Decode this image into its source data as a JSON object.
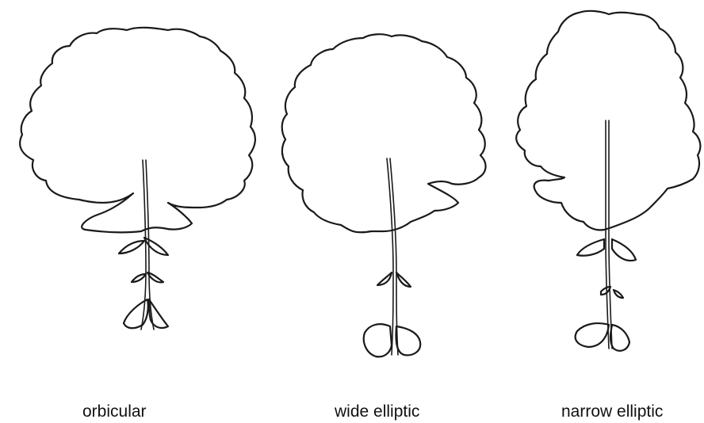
{
  "captions": {
    "orbicular": "orbicular",
    "wide_elliptic": "wide elliptic",
    "narrow_elliptic": "narrow elliptic"
  }
}
